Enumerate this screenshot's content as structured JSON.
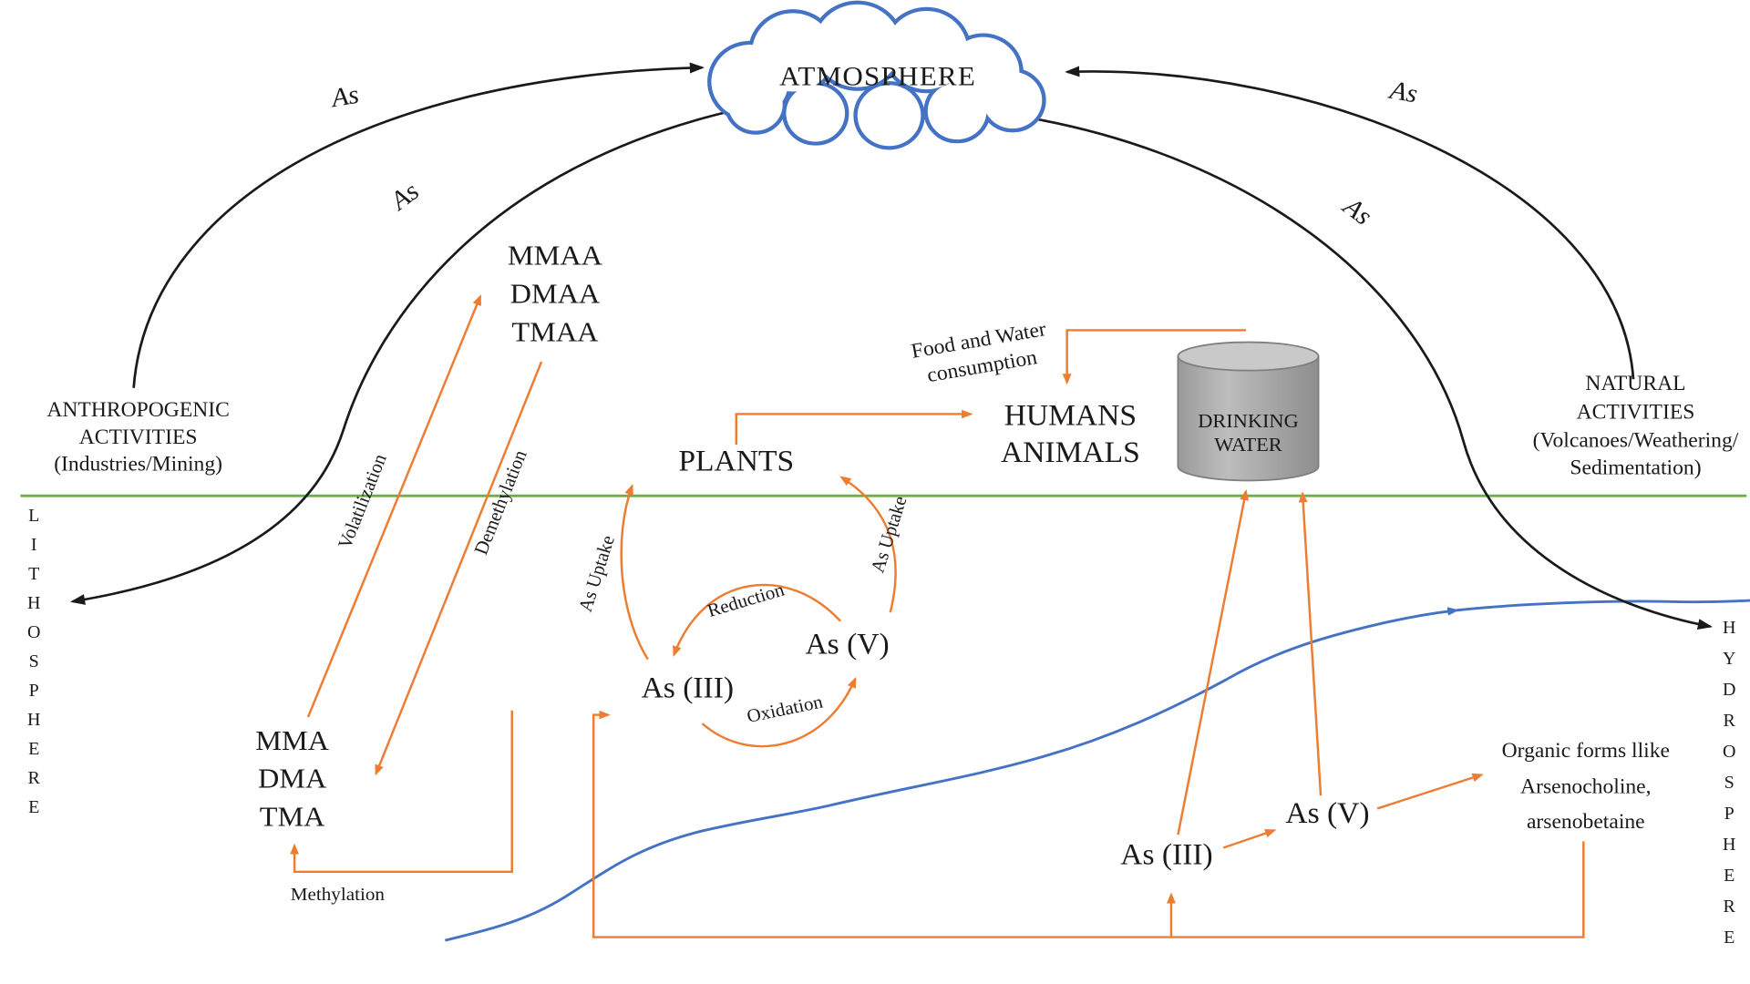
{
  "colors": {
    "arrow_orange": "#ED7D31",
    "soil_line_green": "#70AD47",
    "water_blue": "#4472C4",
    "cloud_blue": "#4472C4",
    "arrow_black": "#1a1a1a",
    "cylinder_gray": "#a8a8a8"
  },
  "atmosphere": {
    "label": "ATMOSPHERE"
  },
  "sources": {
    "anthropogenic": {
      "line1": "ANTHROPOGENIC",
      "line2": "ACTIVITIES",
      "line3": "(Industries/Mining)"
    },
    "natural": {
      "line1": "NATURAL",
      "line2": "ACTIVITIES",
      "line3": "(Volcanoes/Weathering/",
      "line4": "Sedimentation)"
    }
  },
  "spheres": {
    "lithosphere": "LITHOSPHERE",
    "hydrosphere": "HYDROSPHERE"
  },
  "flux": {
    "left_outer": "As",
    "left_inner": "As",
    "right_outer": "As",
    "right_inner": "As"
  },
  "methylated": {
    "air": {
      "line1": "MMAA",
      "line2": "DMAA",
      "line3": "TMAA"
    },
    "soil": {
      "line1": "MMA",
      "line2": "DMA",
      "line3": "TMA"
    }
  },
  "processes": {
    "volatilization": "Volatilization",
    "demethylation": "Demethylation",
    "methylation": "Methylation",
    "reduction": "Reduction",
    "oxidation": "Oxidation",
    "uptake_left": "As Uptake",
    "uptake_right": "As Uptake",
    "consumption_line1": "Food and Water",
    "consumption_line2": "consumption"
  },
  "species": {
    "as3_soil": "As (III)",
    "as5_soil": "As (V)",
    "as3_water": "As (III)",
    "as5_water": "As (V)"
  },
  "biota": {
    "plants": "PLANTS",
    "humans_line1": "HUMANS",
    "humans_line2": "ANIMALS"
  },
  "drinking_water": {
    "line1": "DRINKING",
    "line2": "WATER"
  },
  "organic_forms": {
    "line1": "Organic forms llike",
    "line2": "Arsenocholine,",
    "line3": "arsenobetaine"
  }
}
